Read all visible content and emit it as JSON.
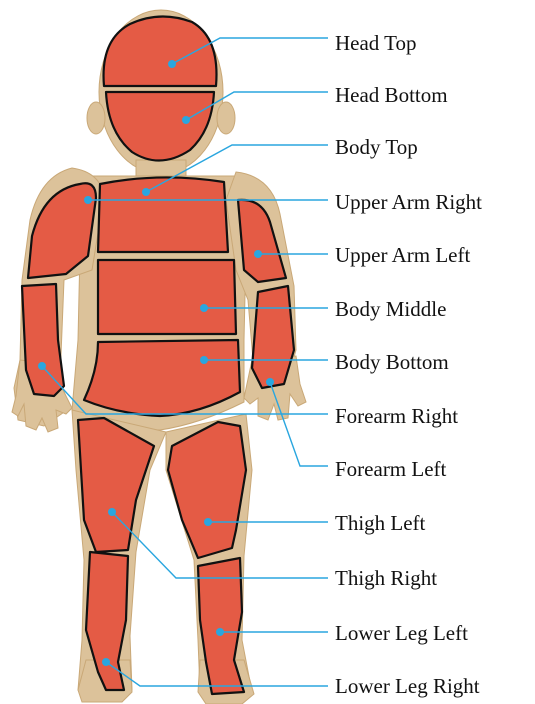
{
  "colors": {
    "segment_fill": "#e45b45",
    "skin": "#dcc29a",
    "skin_shadow": "#c9a877",
    "outline": "#111111",
    "leader_line": "#2aa6df",
    "label_text": "#111111"
  },
  "labels": [
    {
      "id": "head-top",
      "text": "Head Top"
    },
    {
      "id": "head-bottom",
      "text": "Head Bottom"
    },
    {
      "id": "body-top",
      "text": "Body Top"
    },
    {
      "id": "upper-arm-right",
      "text": "Upper Arm Right"
    },
    {
      "id": "upper-arm-left",
      "text": "Upper Arm Left"
    },
    {
      "id": "body-middle",
      "text": "Body Middle"
    },
    {
      "id": "body-bottom",
      "text": "Body Bottom"
    },
    {
      "id": "forearm-right",
      "text": "Forearm Right"
    },
    {
      "id": "forearm-left",
      "text": "Forearm Left"
    },
    {
      "id": "thigh-left",
      "text": "Thigh Left"
    },
    {
      "id": "thigh-right",
      "text": "Thigh Right"
    },
    {
      "id": "lower-leg-left",
      "text": "Lower Leg Left"
    },
    {
      "id": "lower-leg-right",
      "text": "Lower Leg Right"
    }
  ]
}
